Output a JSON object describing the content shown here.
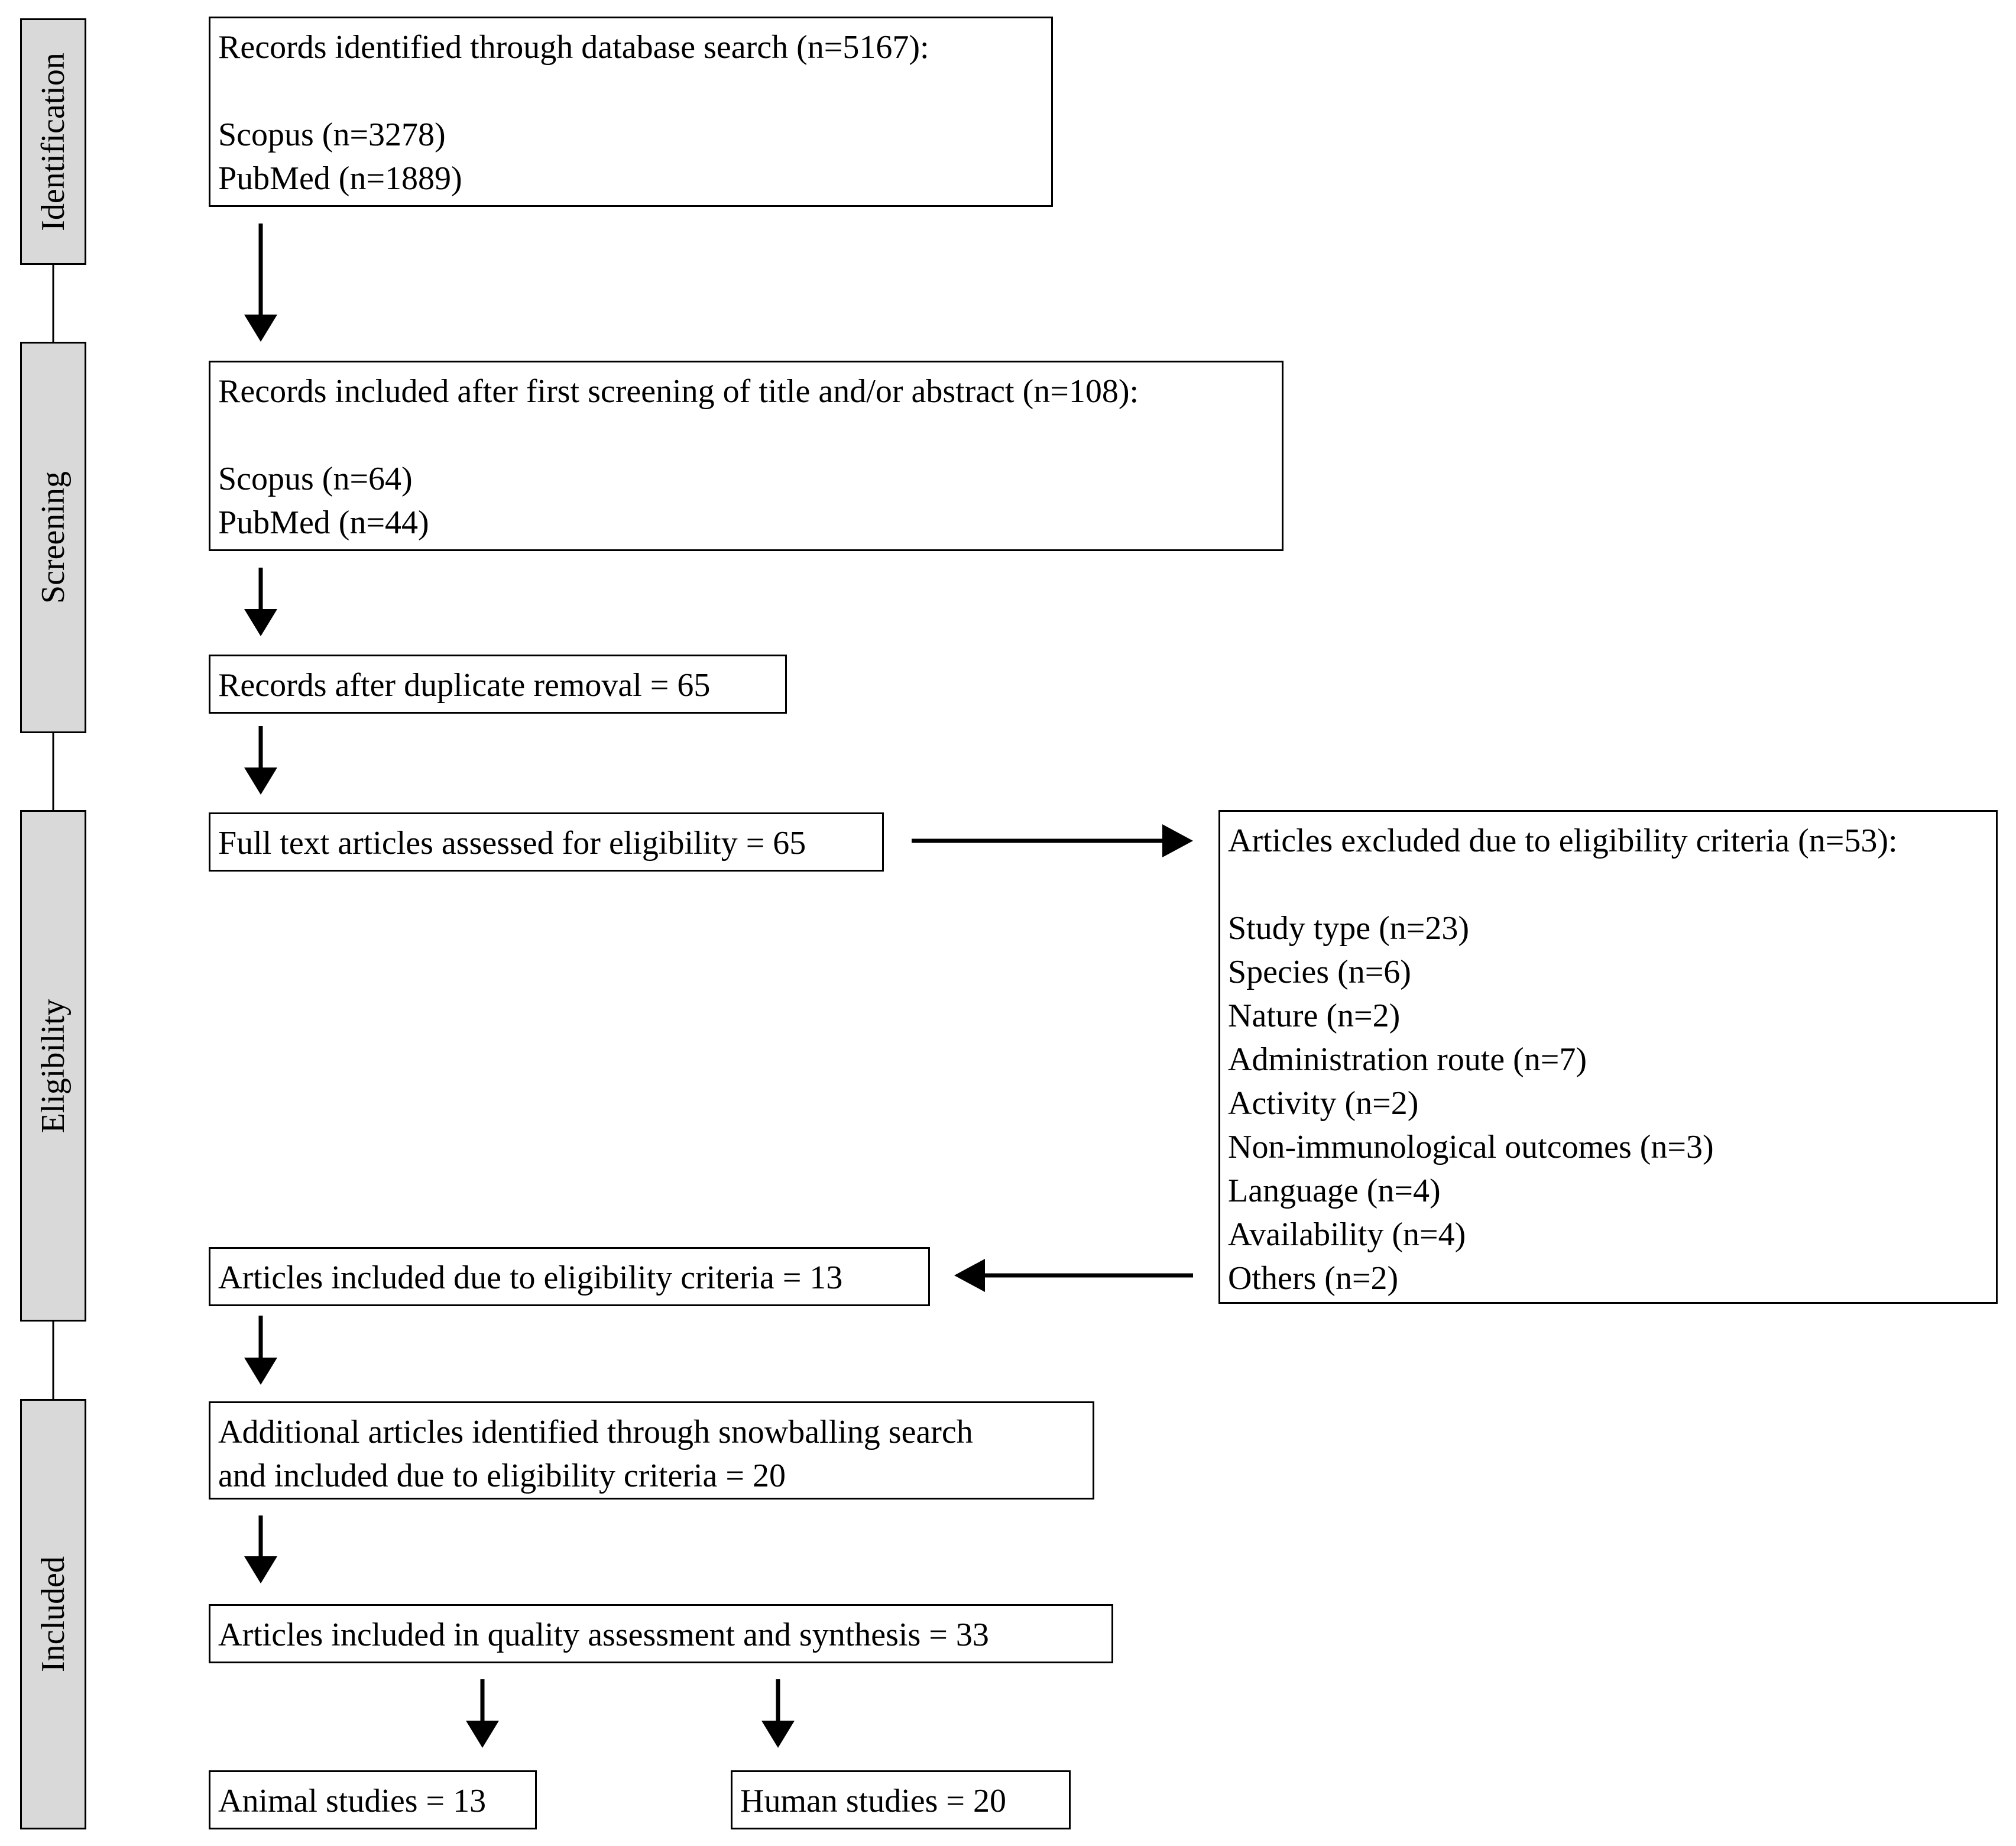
{
  "stages": {
    "identification": "Identification",
    "screening": "Screening",
    "eligibility": "Eligibility",
    "included": "Included"
  },
  "boxes": {
    "database_search": {
      "title": "Records identified through database search (n=5167):",
      "lines": [
        "Scopus (n=3278)",
        "PubMed (n=1889)"
      ]
    },
    "first_screening": {
      "title": "Records included after first screening of title and/or abstract (n=108):",
      "lines": [
        "Scopus (n=64)",
        "PubMed (n=44)"
      ]
    },
    "duplicate_removal": "Records after duplicate removal = 65",
    "full_text_assessed": "Full text articles assessed for eligibility = 65",
    "excluded": {
      "title": "Articles excluded due to eligibility criteria (n=53):",
      "lines": [
        "Study type (n=23)",
        "Species (n=6)",
        "Nature (n=2)",
        "Administration route (n=7)",
        "Activity (n=2)",
        "Non-immunological outcomes (n=3)",
        "Language (n=4)",
        "Availability (n=4)",
        "Others (n=2)"
      ]
    },
    "included_eligibility": "Articles included due to eligibility criteria = 13",
    "snowballing": [
      "Additional articles identified through snowballing search",
      "and included due to eligibility criteria = 20"
    ],
    "synthesis": "Articles included in quality assessment and synthesis = 33",
    "animal": "Animal studies = 13",
    "human": "Human studies = 20"
  }
}
